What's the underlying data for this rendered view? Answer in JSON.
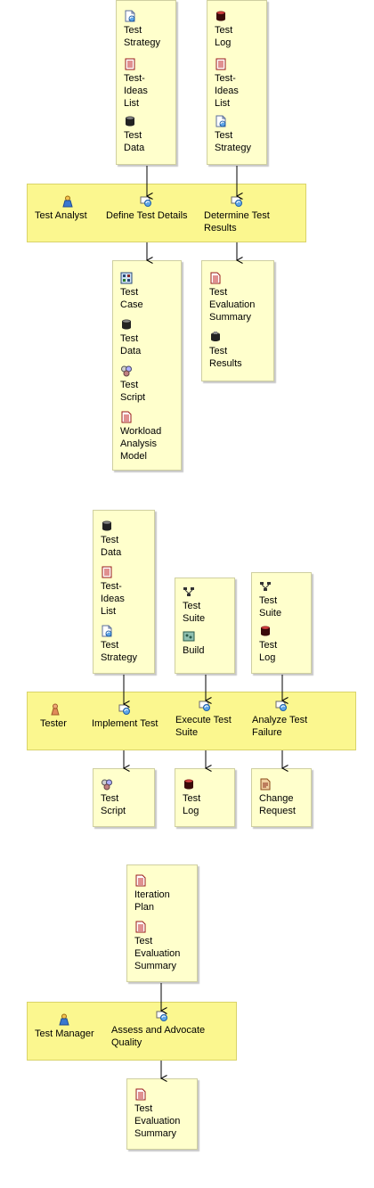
{
  "diagram1": {
    "inputs_left": [
      "Test\nStrategy",
      "Test-\nIdeas\nList",
      "Test\nData"
    ],
    "inputs_right": [
      "Test\nLog",
      "Test-\nIdeas\nList",
      "Test\nStrategy"
    ],
    "role": "Test Analyst",
    "tasks": [
      "Define Test Details",
      "Determine Test\nResults"
    ],
    "outputs_left": [
      "Test\nCase",
      "Test\nData",
      "Test\nScript",
      "Workload\nAnalysis\nModel"
    ],
    "outputs_right": [
      "Test\nEvaluation\nSummary",
      "Test\nResults"
    ]
  },
  "diagram2": {
    "inputs_a": [
      "Test\nData",
      "Test-\nIdeas\nList",
      "Test\nStrategy"
    ],
    "inputs_b": [
      "Test\nSuite",
      "Build"
    ],
    "inputs_c": [
      "Test\nSuite",
      "Test\nLog"
    ],
    "role": "Tester",
    "tasks": [
      "Implement Test",
      "Execute Test\nSuite",
      "Analyze Test\nFailure"
    ],
    "outputs_a": [
      "Test\nScript"
    ],
    "outputs_b": [
      "Test\nLog"
    ],
    "outputs_c": [
      "Change\nRequest"
    ]
  },
  "diagram3": {
    "inputs": [
      "Iteration\nPlan",
      "Test\nEvaluation\nSummary"
    ],
    "role": "Test Manager",
    "task": "Assess and Advocate\nQuality",
    "outputs": [
      "Test\nEvaluation\nSummary"
    ]
  }
}
